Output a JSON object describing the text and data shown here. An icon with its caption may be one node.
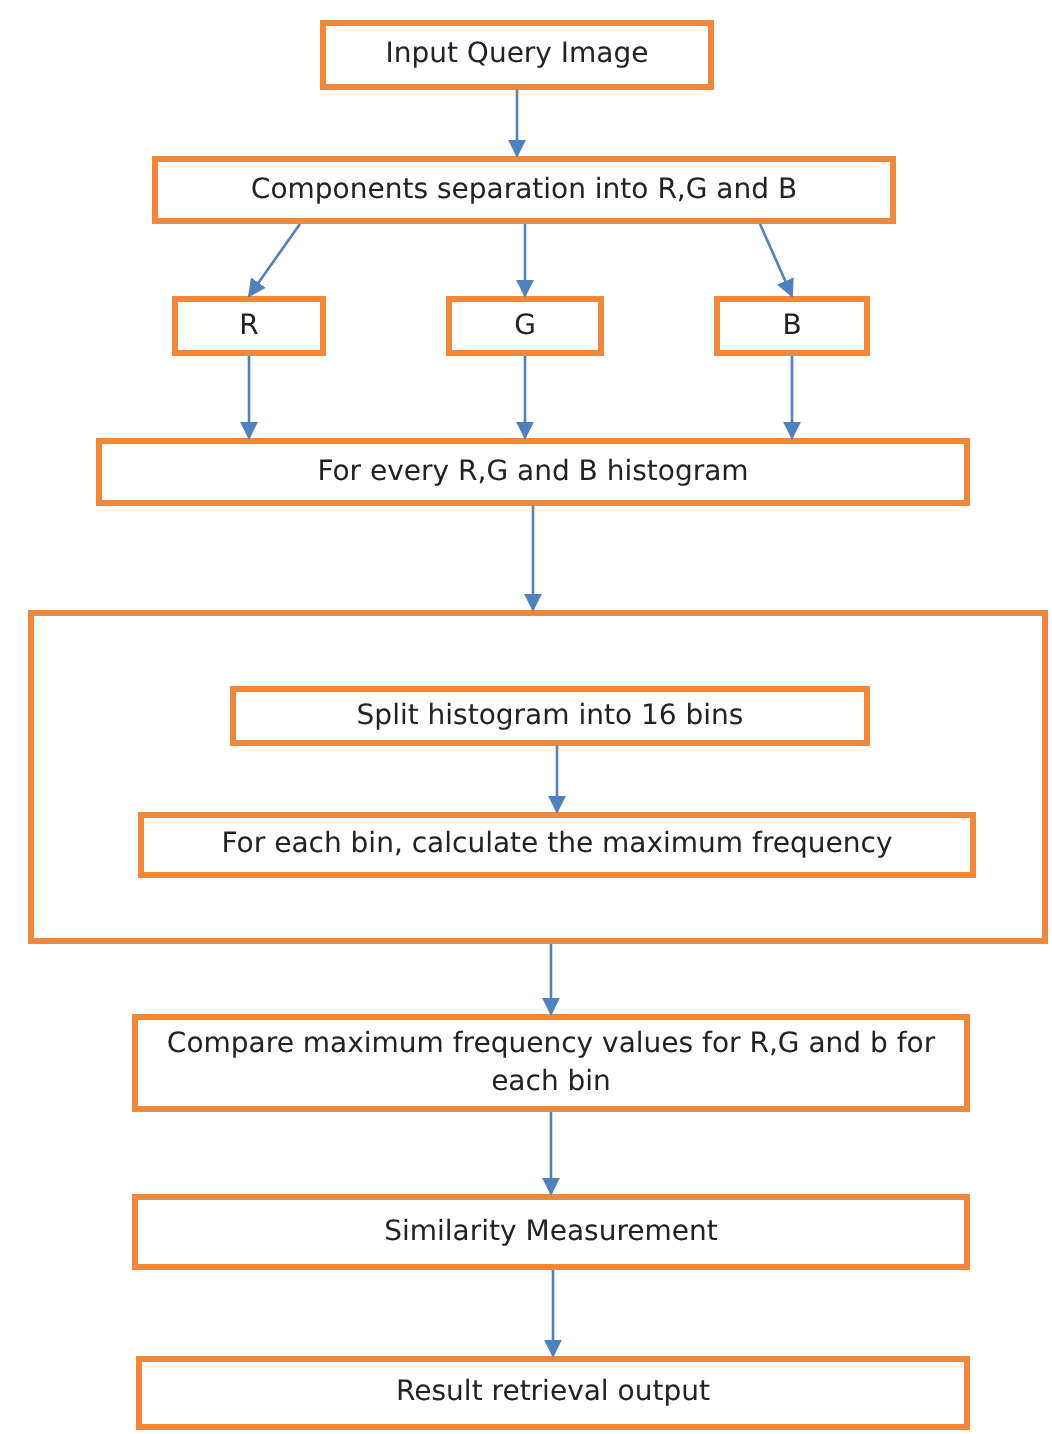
{
  "diagram": {
    "nodes": [
      {
        "text": [
          "Input Query Image"
        ]
      },
      {
        "text": [
          "Components separation into R,G and B"
        ]
      },
      {
        "text": [
          "R"
        ]
      },
      {
        "text": [
          "G"
        ]
      },
      {
        "text": [
          "B"
        ]
      },
      {
        "text": [
          "For every R,G and B histogram"
        ]
      },
      {
        "text": [],
        "shape": "box"
      },
      {
        "text": [
          "Split histogram into 16 bins"
        ],
        "in": 6
      },
      {
        "text": [
          "For each bin, calculate the maximum frequency"
        ],
        "in": 6
      },
      {
        "text": [
          "Compare maximum frequency values for R,G and b for each bin"
        ]
      },
      {
        "text": [
          "Similarity Measurement"
        ]
      },
      {
        "text": [
          "Result retrieval output"
        ]
      }
    ],
    "edges": [
      {
        "from": 0,
        "to": 1,
        "arrow": "to"
      },
      {
        "from": 1,
        "to": 2,
        "arrow": "to"
      },
      {
        "from": 1,
        "to": 3,
        "arrow": "to"
      },
      {
        "from": 1,
        "to": 4,
        "arrow": "to"
      },
      {
        "from": 2,
        "to": 5,
        "arrow": "to"
      },
      {
        "from": 3,
        "to": 5,
        "arrow": "to"
      },
      {
        "from": 4,
        "to": 5,
        "arrow": "to"
      },
      {
        "from": 5,
        "to": 6,
        "arrow": "to"
      },
      {
        "from": 7,
        "to": 8,
        "arrow": "to"
      },
      {
        "from": 6,
        "to": 9,
        "arrow": "to"
      },
      {
        "from": 9,
        "to": 10,
        "arrow": "to"
      },
      {
        "from": 10,
        "to": 11,
        "arrow": "to"
      }
    ]
  }
}
